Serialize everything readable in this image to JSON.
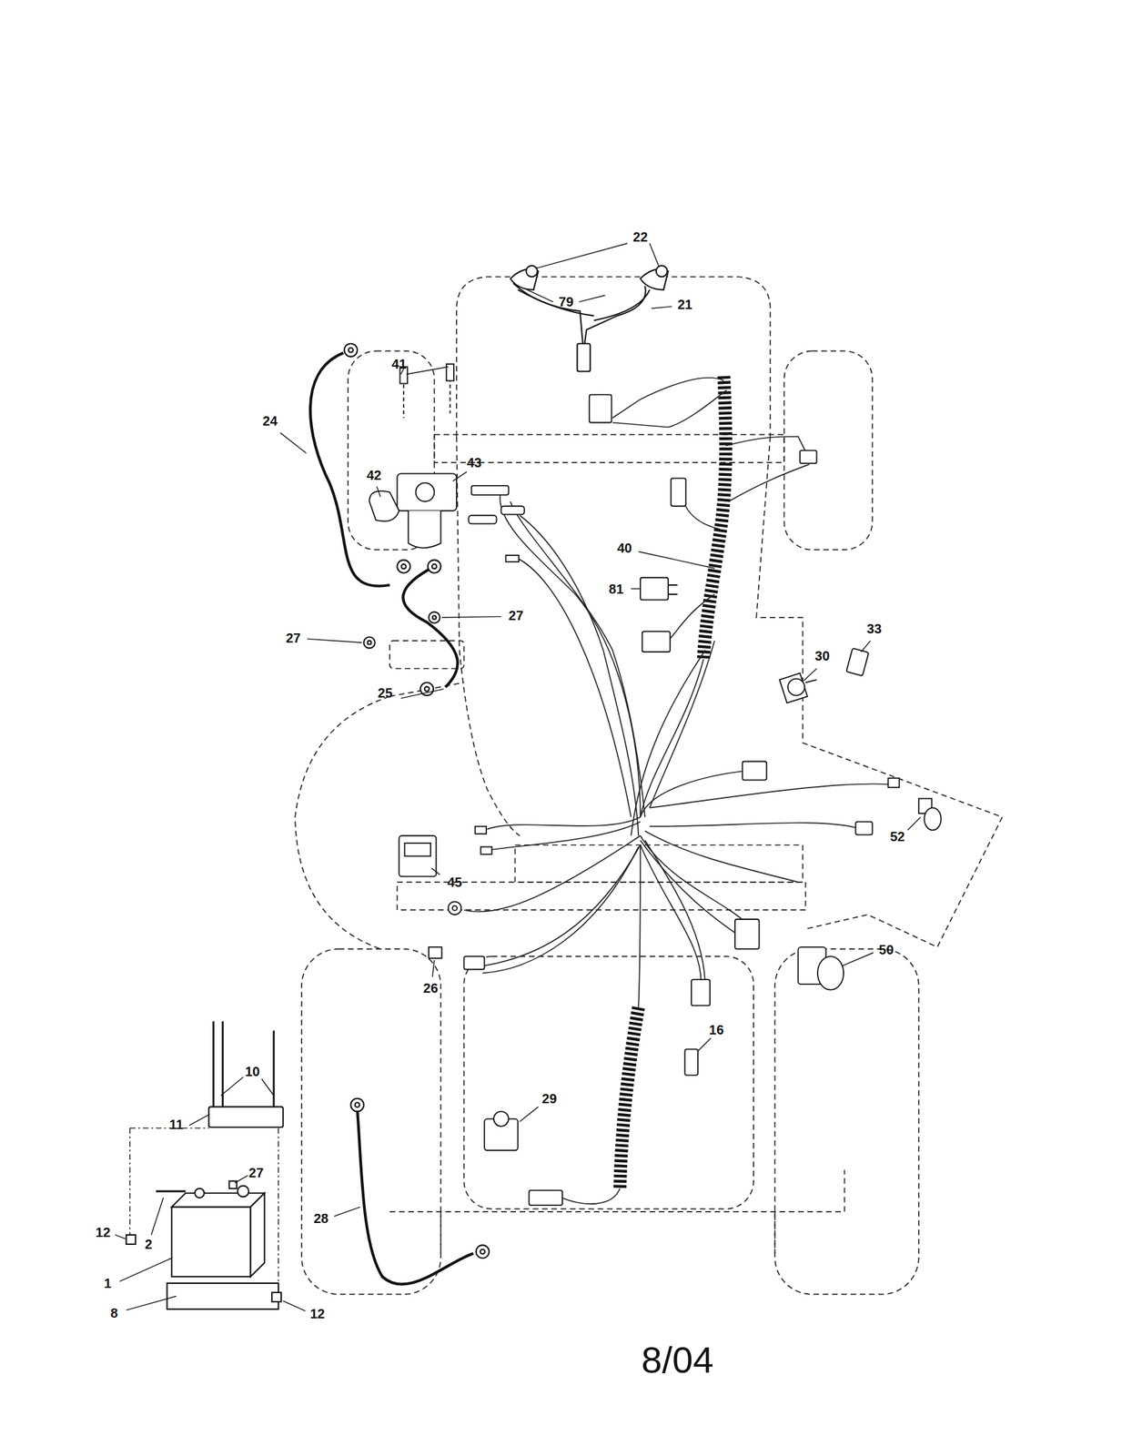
{
  "diagram": {
    "labels": [
      "22",
      "79",
      "21",
      "41",
      "24",
      "42",
      "43",
      "40",
      "81",
      "27",
      "27",
      "33",
      "30",
      "25",
      "45",
      "52",
      "50",
      "26",
      "16",
      "10",
      "11",
      "29",
      "27",
      "12",
      "2",
      "28",
      "1",
      "8",
      "12",
      "8/04"
    ]
  }
}
